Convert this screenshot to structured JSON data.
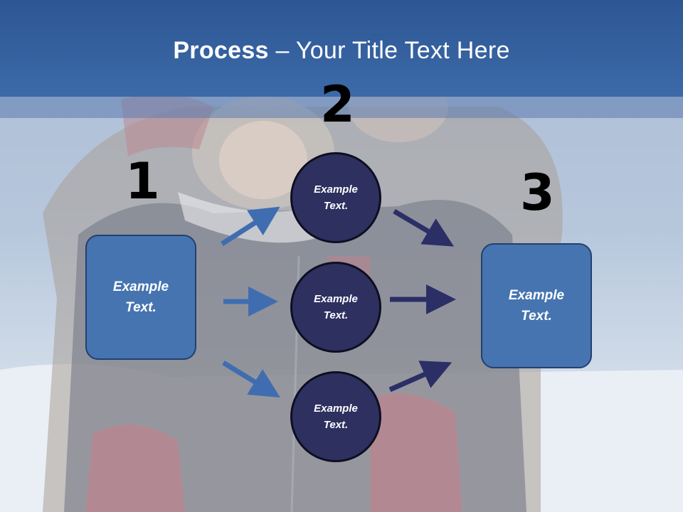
{
  "title": {
    "bold": "Process",
    "rest": " – Your Title Text Here"
  },
  "steps": [
    "1",
    "2",
    "3"
  ],
  "start_box": {
    "text": "Example\nText."
  },
  "middle_circles": [
    {
      "text": "Example\nText."
    },
    {
      "text": "Example\nText."
    },
    {
      "text": "Example\nText."
    }
  ],
  "end_box": {
    "text": "Example\nText."
  },
  "colors": {
    "title_bar": "#3563a1",
    "box_fill": "#4674b0",
    "circle_fill": "#2e3060",
    "arrow_in": "#3f6db0",
    "arrow_out": "#2b2f66"
  }
}
